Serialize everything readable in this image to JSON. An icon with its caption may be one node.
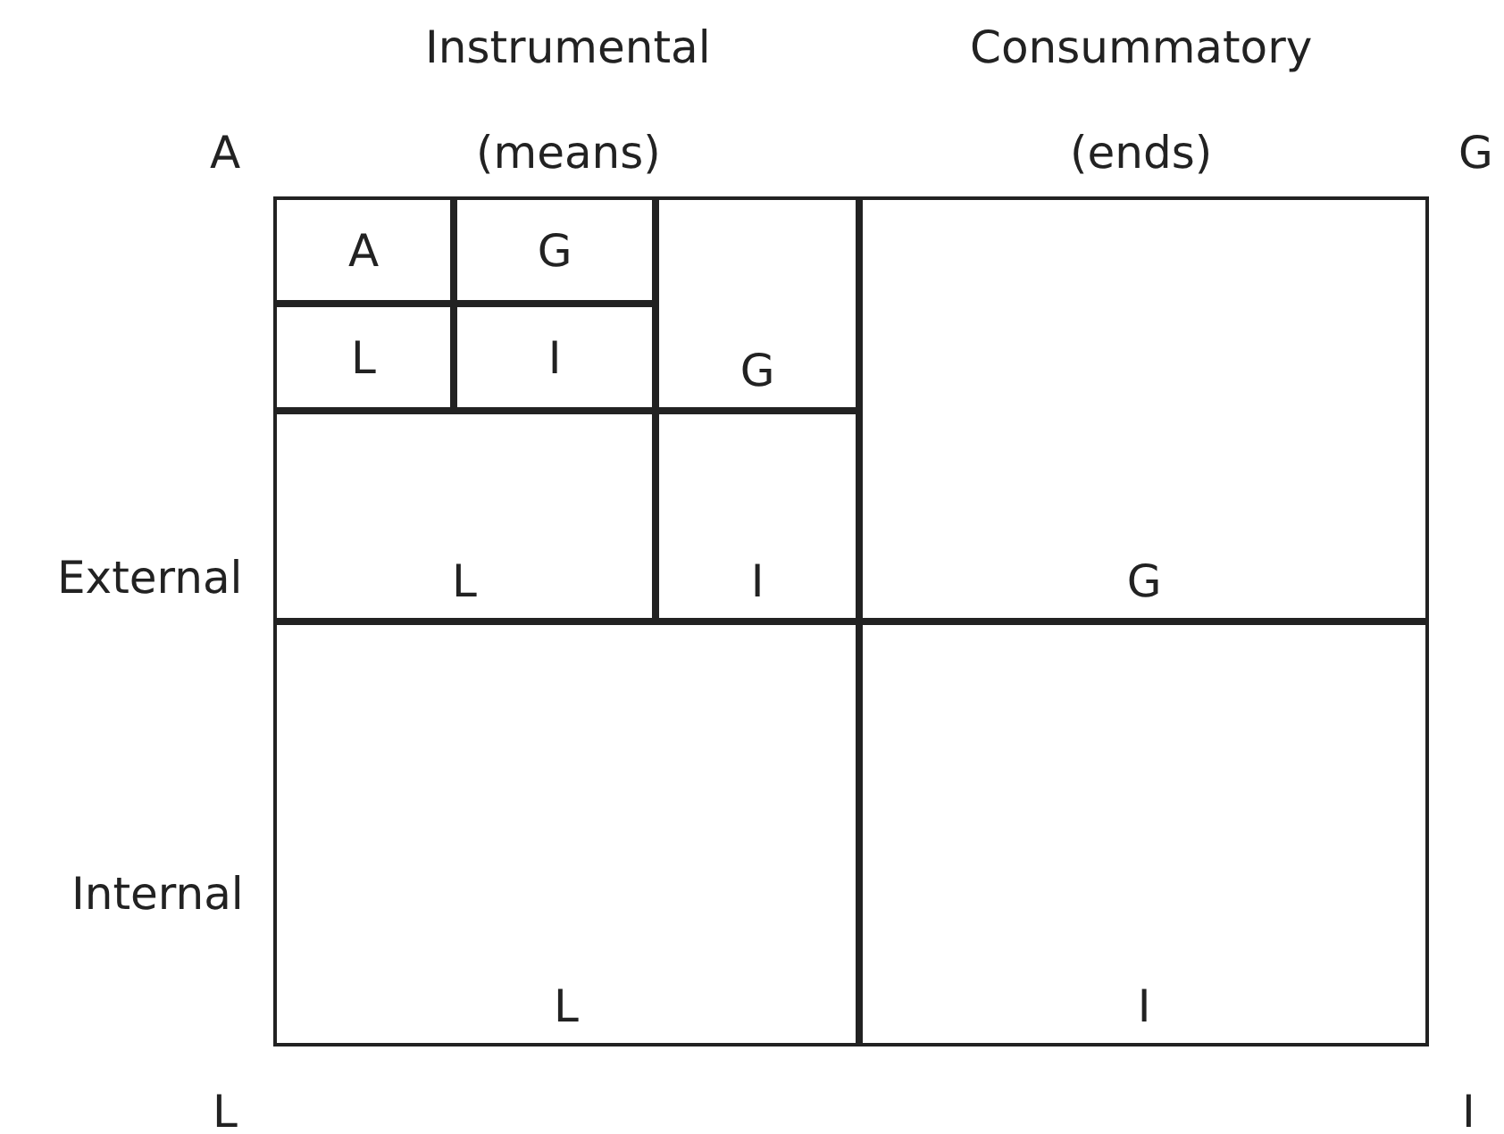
{
  "diagram": {
    "nodes": [
      {
        "text": [],
        "shape": "box"
      },
      {
        "text": [],
        "shape": "box",
        "in": 0
      },
      {
        "text": [
          "A"
        ],
        "in": 1
      },
      {
        "text": [
          "G"
        ],
        "in": 1
      },
      {
        "text": [
          "L"
        ],
        "in": 1
      },
      {
        "text": [
          "I"
        ],
        "in": 1
      },
      {
        "text": [
          "G"
        ],
        "in": 0
      },
      {
        "text": [
          "L"
        ],
        "in": 0
      },
      {
        "text": [
          "I"
        ],
        "in": 0
      },
      {
        "text": [
          "G"
        ]
      },
      {
        "text": [
          "L"
        ]
      },
      {
        "text": [
          "I"
        ]
      }
    ],
    "labels": [
      "Instrumental",
      "Consummatory",
      "A",
      "(means)",
      "(ends)",
      "G",
      "External",
      "Internal",
      "L",
      "I"
    ]
  }
}
